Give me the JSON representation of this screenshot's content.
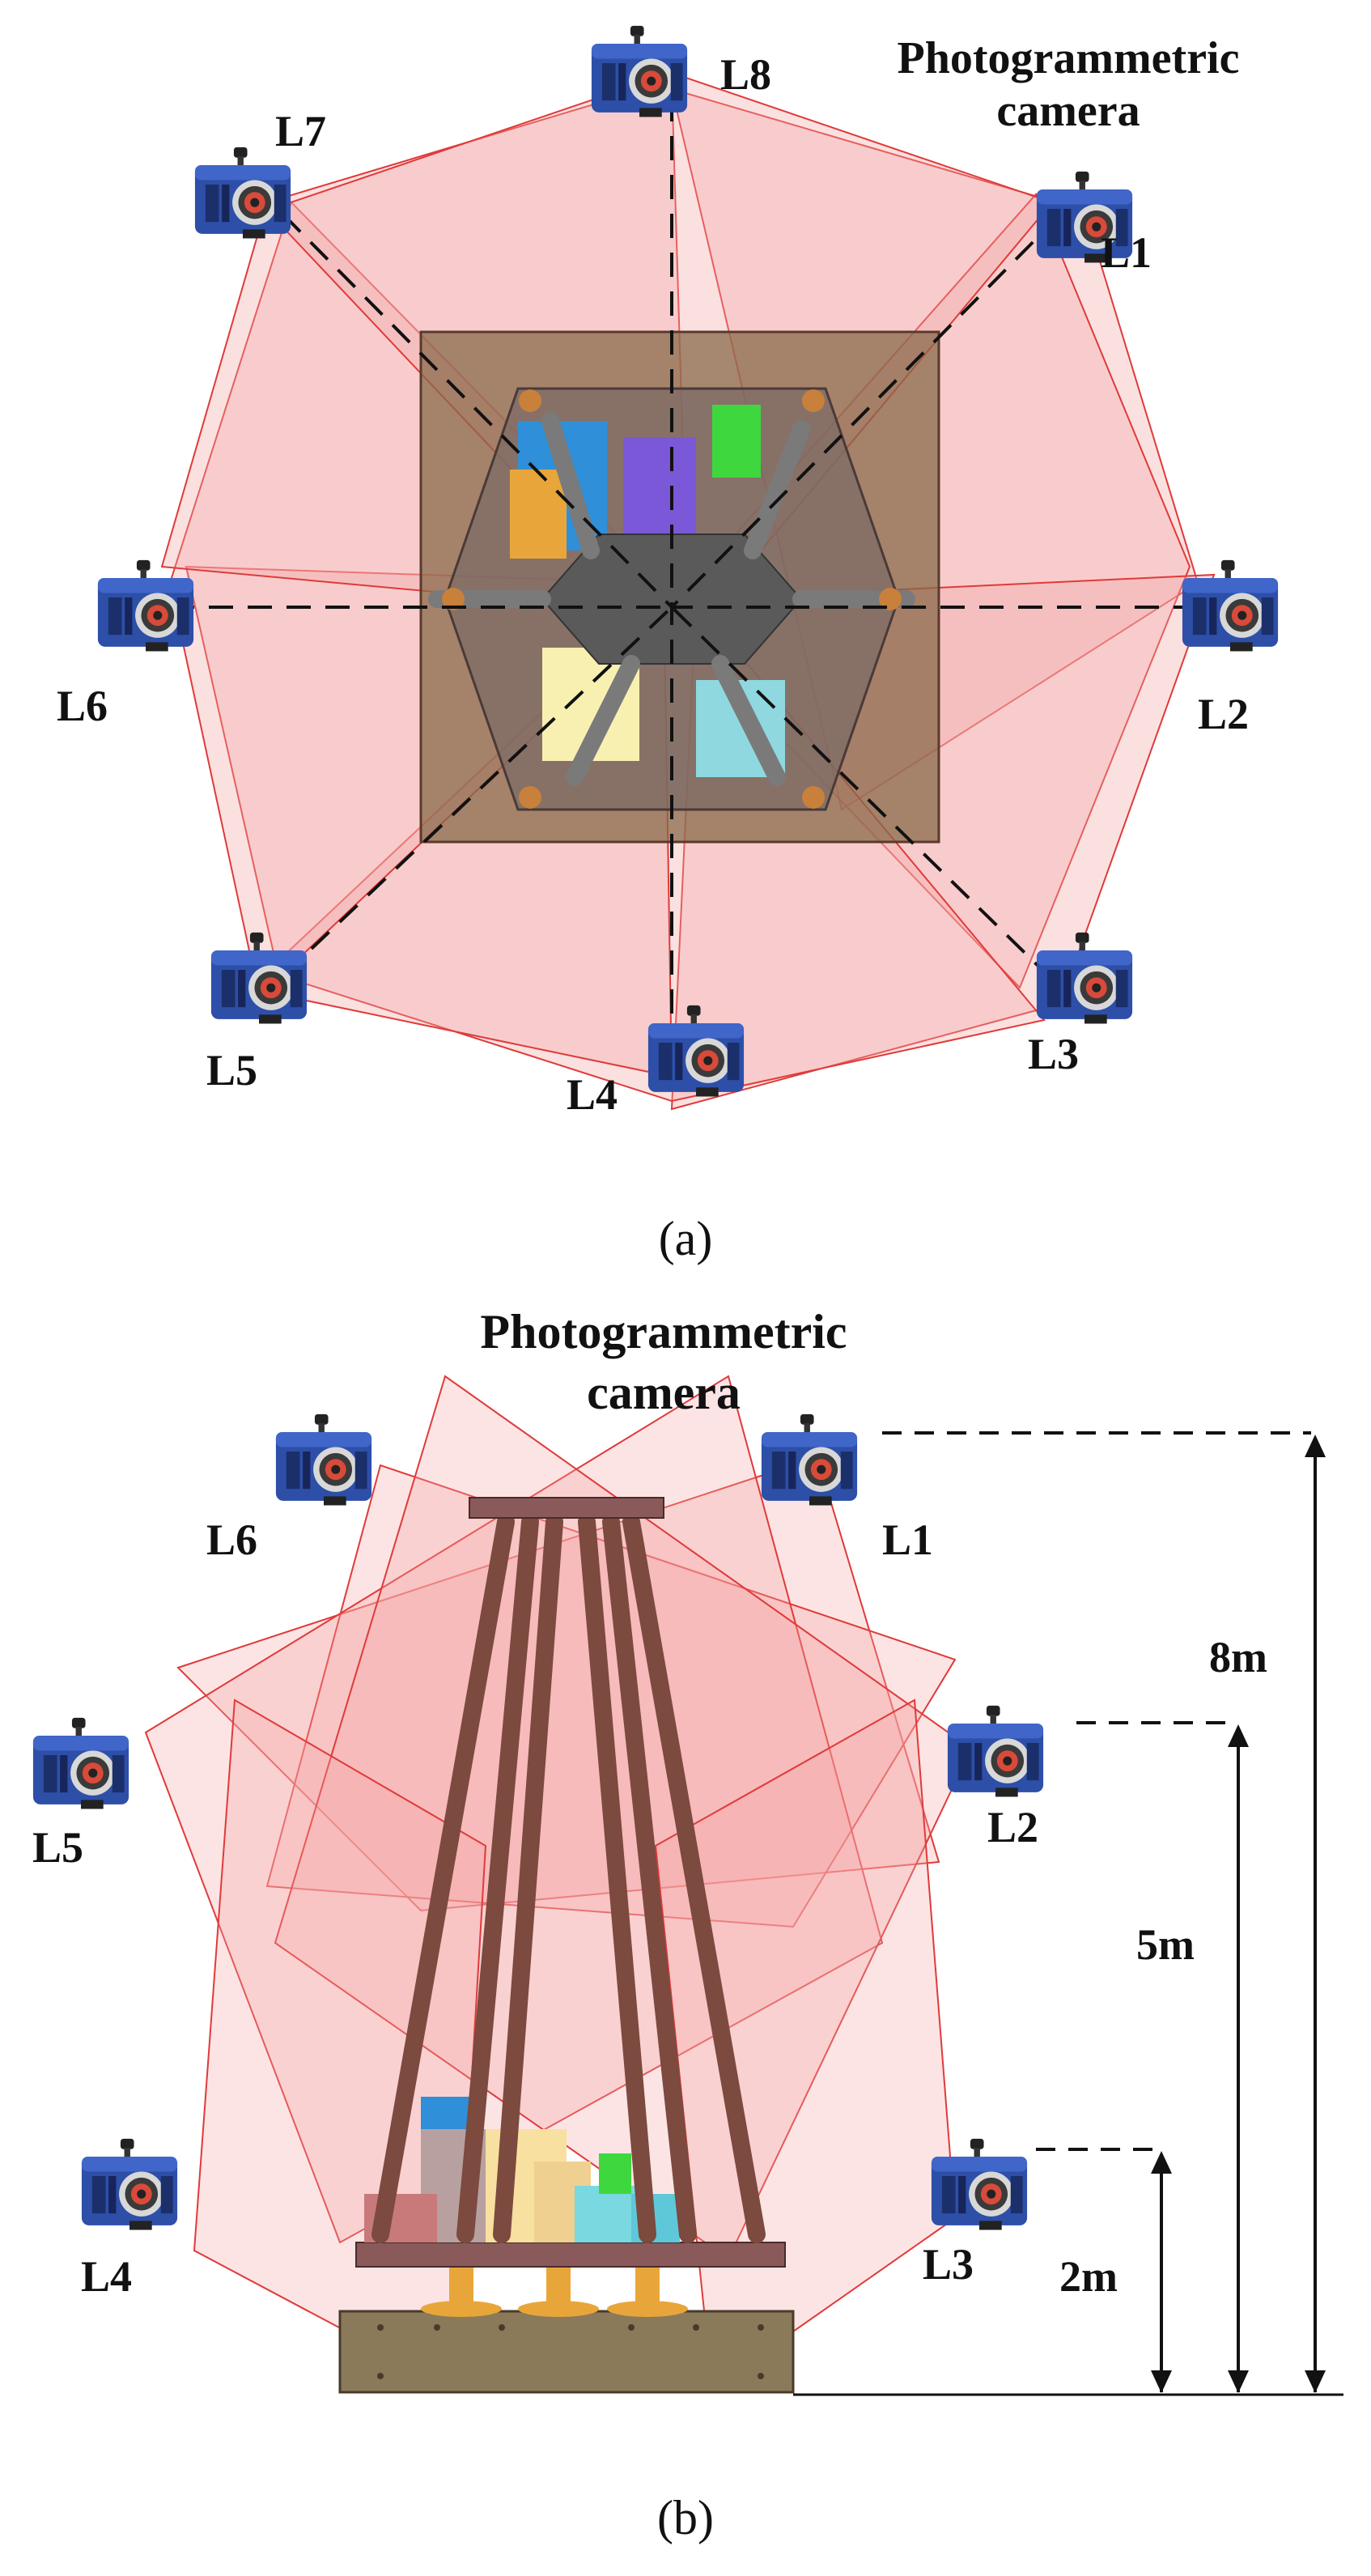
{
  "colors": {
    "fov_fill": "#f4a6a6",
    "fov_stroke": "#e03a3a",
    "camera_body": "#2d4fa8",
    "camera_dark": "#1b2f6b",
    "lens": "#d94a3a",
    "base_plate": "#8a6a4a",
    "strut": "#7c4a3e",
    "hexagon": "#5a5a5a"
  },
  "panel_a": {
    "caption": "(a)",
    "camera_title_line1": "Photogrammetric",
    "camera_title_line2": "camera",
    "cameras": [
      {
        "label": "L1",
        "icon": "photogrammetric-camera-icon"
      },
      {
        "label": "L2",
        "icon": "photogrammetric-camera-icon"
      },
      {
        "label": "L3",
        "icon": "photogrammetric-camera-icon"
      },
      {
        "label": "L4",
        "icon": "photogrammetric-camera-icon"
      },
      {
        "label": "L5",
        "icon": "photogrammetric-camera-icon"
      },
      {
        "label": "L6",
        "icon": "photogrammetric-camera-icon"
      },
      {
        "label": "L7",
        "icon": "photogrammetric-camera-icon"
      },
      {
        "label": "L8",
        "icon": "photogrammetric-camera-icon"
      }
    ]
  },
  "panel_b": {
    "caption": "(b)",
    "camera_title_line1": "Photogrammetric",
    "camera_title_line2": "camera",
    "cameras": [
      {
        "label": "L1",
        "icon": "photogrammetric-camera-icon"
      },
      {
        "label": "L2",
        "icon": "photogrammetric-camera-icon"
      },
      {
        "label": "L3",
        "icon": "photogrammetric-camera-icon"
      },
      {
        "label": "L4",
        "icon": "photogrammetric-camera-icon"
      },
      {
        "label": "L5",
        "icon": "photogrammetric-camera-icon"
      },
      {
        "label": "L6",
        "icon": "photogrammetric-camera-icon"
      }
    ],
    "heights": [
      {
        "label": "8m"
      },
      {
        "label": "5m"
      },
      {
        "label": "2m"
      }
    ]
  }
}
